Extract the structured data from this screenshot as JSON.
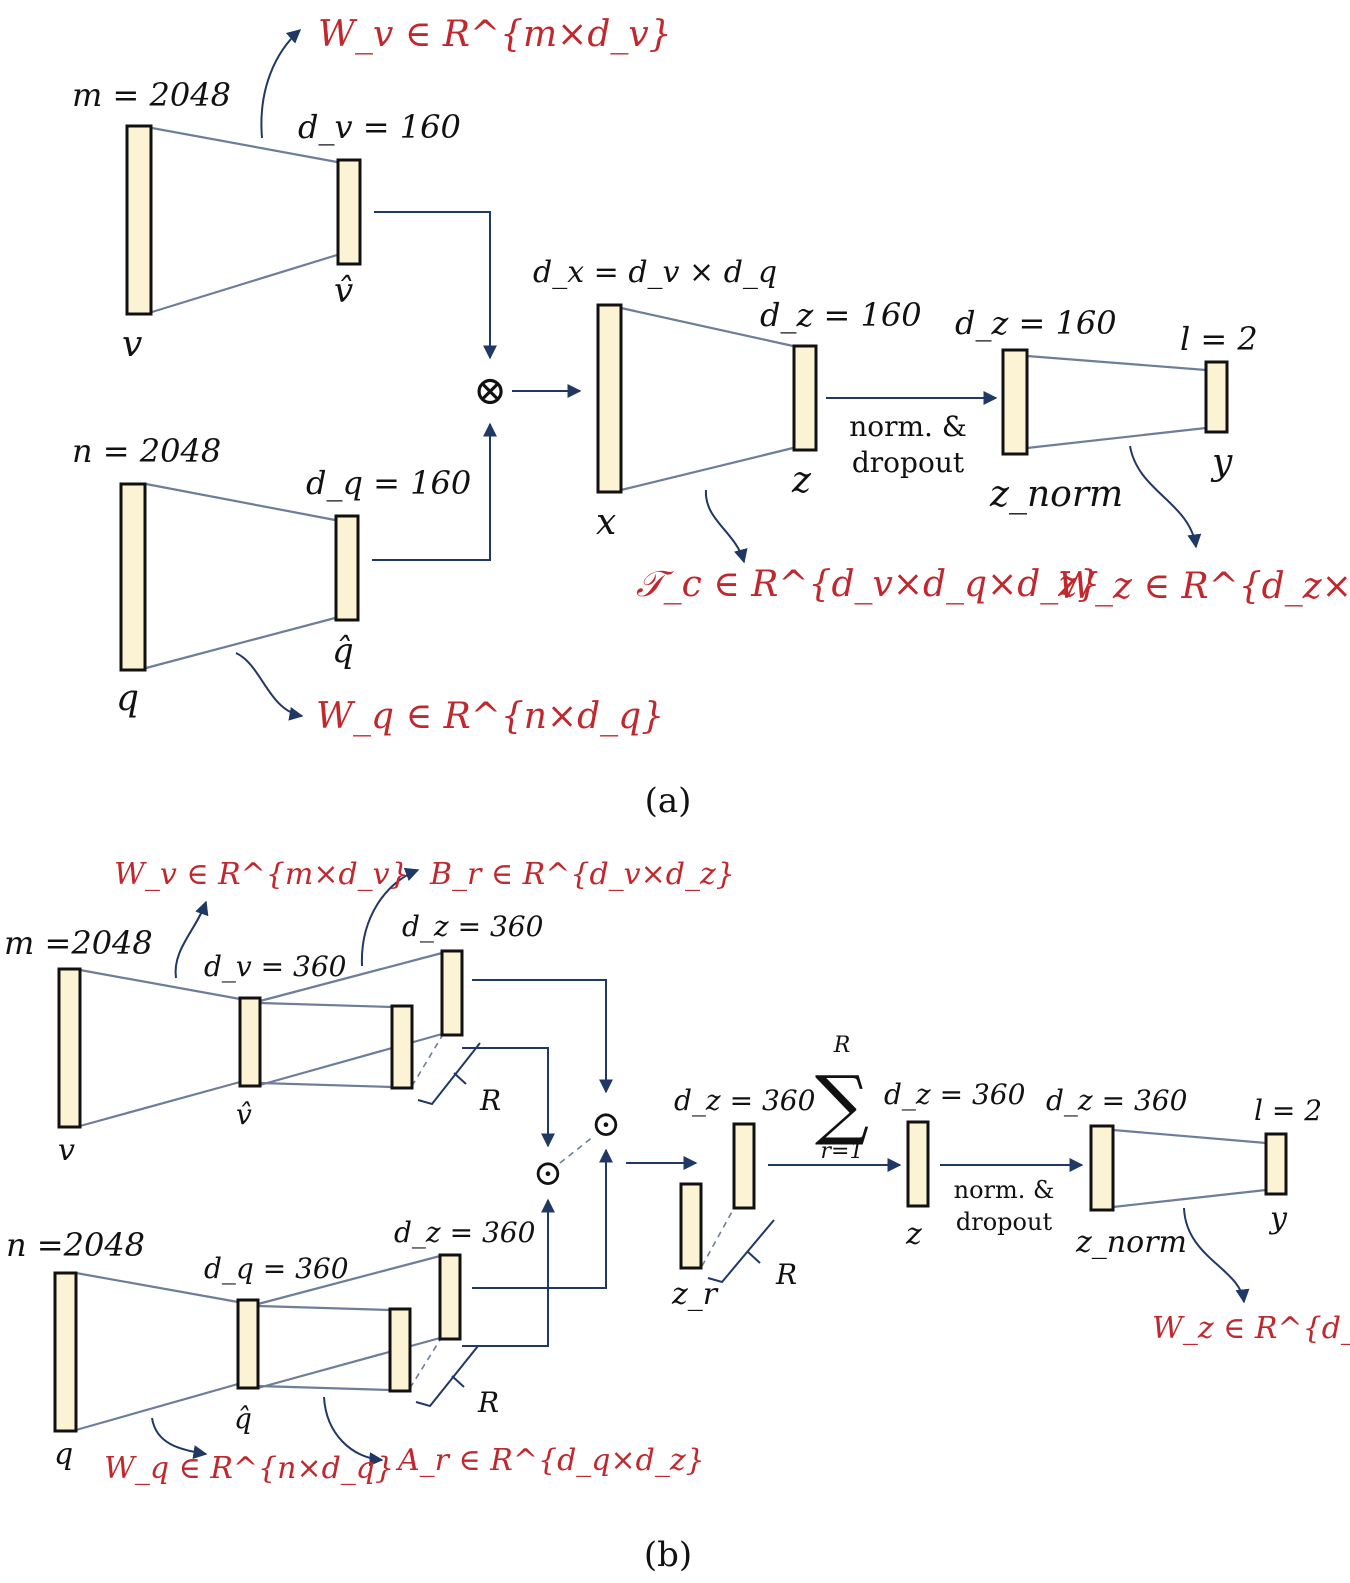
{
  "a": {
    "caption": "(a)",
    "m_label": "m = 2048",
    "n_label": "n = 2048",
    "dv_label": "d_v = 160",
    "dq_label": "d_q = 160",
    "dx_label": "d_x = d_v × d_q",
    "dz1_label": "d_z = 160",
    "dz2_label": "d_z = 160",
    "l_label": "l = 2",
    "v": "v",
    "vhat": "v̂",
    "q": "q",
    "qhat": "q̂",
    "x": "x",
    "z": "z",
    "znorm": "z_norm",
    "y": "y",
    "op": "⊗",
    "norm_line1": "norm. &",
    "norm_line2": "dropout",
    "Wv": "W_v ∈ R^{m×d_v}",
    "Wq": "W_q ∈ R^{n×d_q}",
    "Tc": "𝒯_c ∈ R^{d_v×d_q×d_z}",
    "Wz": "W_z ∈ R^{d_z×l}"
  },
  "b": {
    "caption": "(b)",
    "m_label": "m =2048",
    "n_label": "n =2048",
    "dv_label": "d_v = 360",
    "dq_label": "d_q = 360",
    "dz_top": "d_z = 360",
    "dz_bot": "d_z = 360",
    "dz_zr": "d_z = 360",
    "dz_z": "d_z = 360",
    "dz_norm": "d_z = 360",
    "l_label": "l = 2",
    "v": "v",
    "vhat": "v̂",
    "q": "q",
    "qhat": "q̂",
    "zr": "z_r",
    "z": "z",
    "znorm": "z_norm",
    "y": "y",
    "R": "R",
    "sum_top": "R",
    "sum_sym": "∑",
    "sum_bot": "r=1",
    "op": "⊙",
    "norm_line1": "norm. &",
    "norm_line2": "dropout",
    "Wv": "W_v ∈ R^{m×d_v}",
    "Br": "B_r ∈ R^{d_v×d_z}",
    "Wq": "W_q ∈ R^{n×d_q}",
    "Ar": "A_r ∈ R^{d_q×d_z}",
    "Wz": "W_z ∈ R^{d_z×l}"
  }
}
